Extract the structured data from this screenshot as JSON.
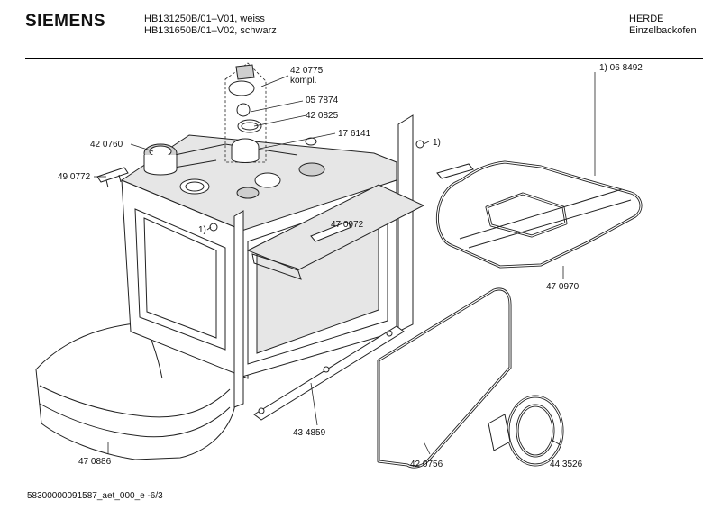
{
  "header": {
    "brand": "SIEMENS",
    "models": [
      "HB131250B/01–V01, weiss",
      "HB131650B/01–V02, schwarz"
    ],
    "category": [
      "HERDE",
      "Einzelbackofen"
    ]
  },
  "parts": {
    "p420775": "42 0775",
    "p420775_note": "kompl.",
    "p057874": "05 7874",
    "p420825": "42 0825",
    "p176141": "17 6141",
    "p420760": "42 0760",
    "p490772": "49 0772",
    "p470972": "47 0972",
    "note1_top": "1)",
    "note1_mid": "1)",
    "p068492": "1) 06 8492",
    "p470970": "47 0970",
    "p434859": "43 4859",
    "p470886": "47 0886",
    "p420756": "42 0756",
    "p443526": "44 3526"
  },
  "footer": {
    "doc_id": "58300000091587_aet_000_e -6/3"
  }
}
